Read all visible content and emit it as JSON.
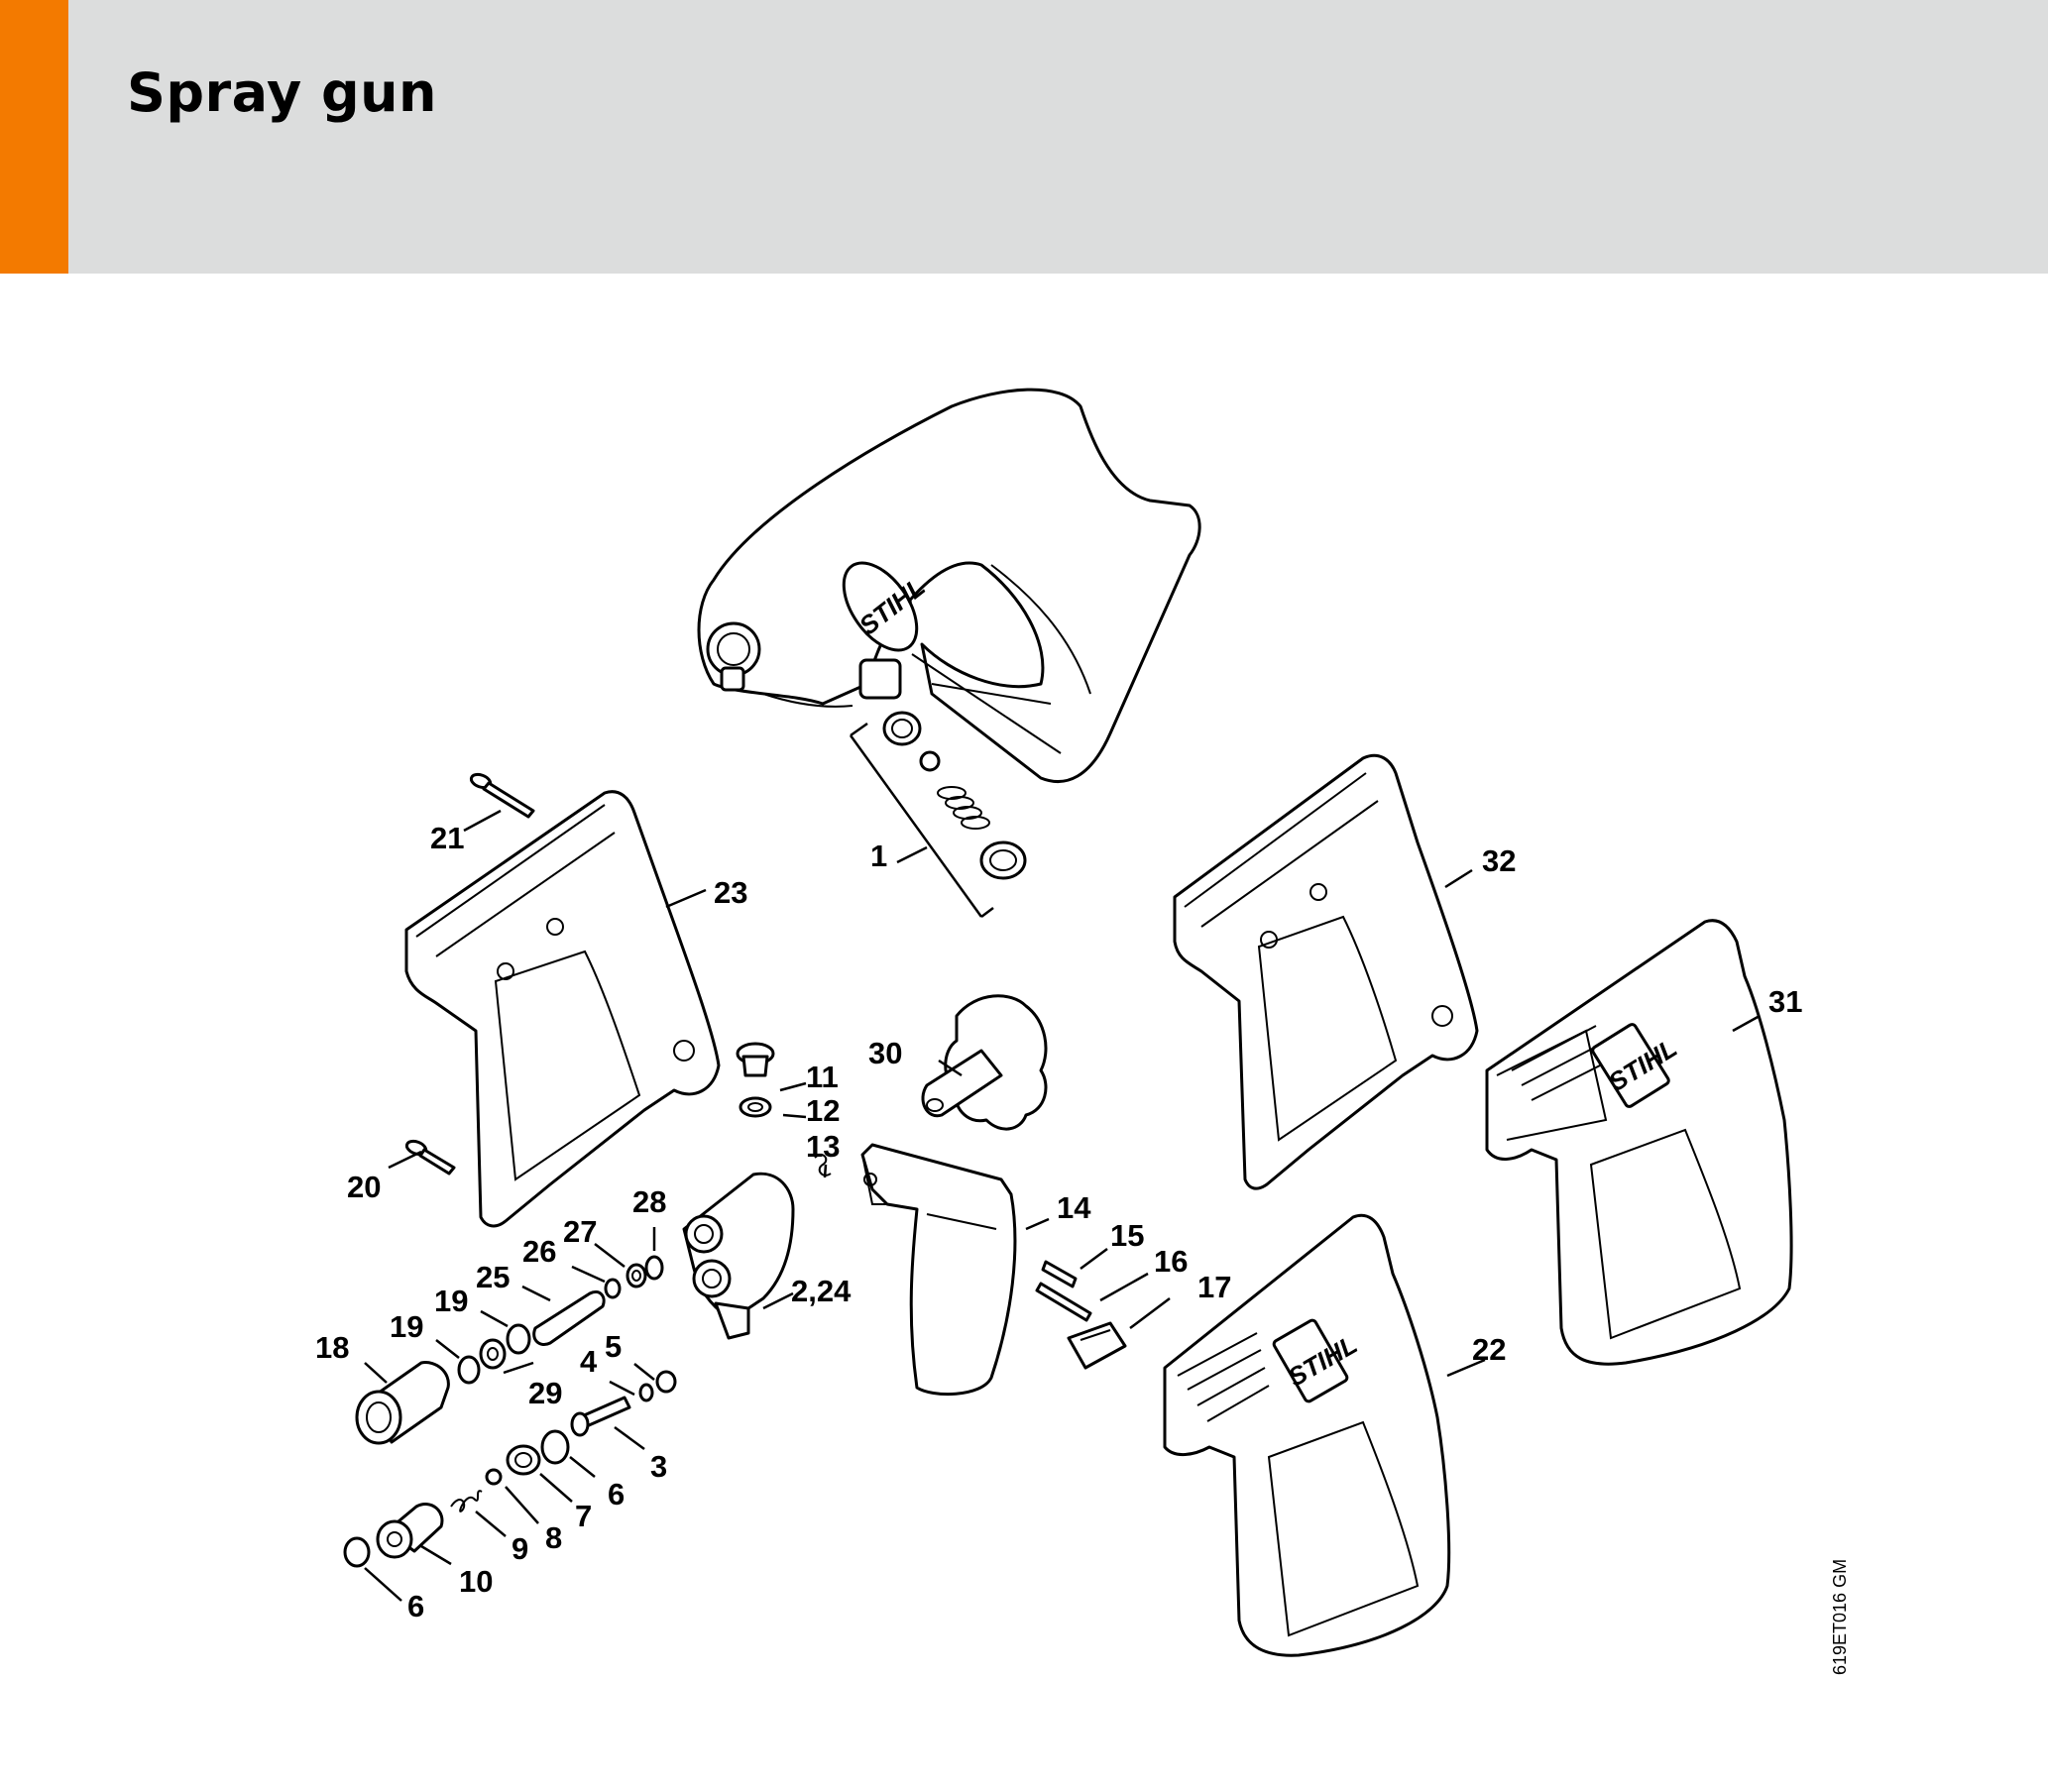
{
  "page": {
    "title": "Spray gun",
    "drawing_code": "619ET016 GM",
    "accent_color": "#f37a00",
    "header_color": "#dcdddd"
  },
  "diagram": {
    "brand_logo": "STIHL",
    "callouts": {
      "c1": "1",
      "c2_24": "2,24",
      "c3": "3",
      "c4": "4",
      "c5": "5",
      "c6a": "6",
      "c6b": "6",
      "c7": "7",
      "c8": "8",
      "c9": "9",
      "c10": "10",
      "c11": "11",
      "c12": "12",
      "c13": "13",
      "c14": "14",
      "c15": "15",
      "c16": "16",
      "c17": "17",
      "c18": "18",
      "c19a": "19",
      "c19b": "19",
      "c20": "20",
      "c21": "21",
      "c22": "22",
      "c23": "23",
      "c25": "25",
      "c26": "26",
      "c27": "27",
      "c28": "28",
      "c29": "29",
      "c30": "30",
      "c31": "31",
      "c32": "32"
    }
  }
}
